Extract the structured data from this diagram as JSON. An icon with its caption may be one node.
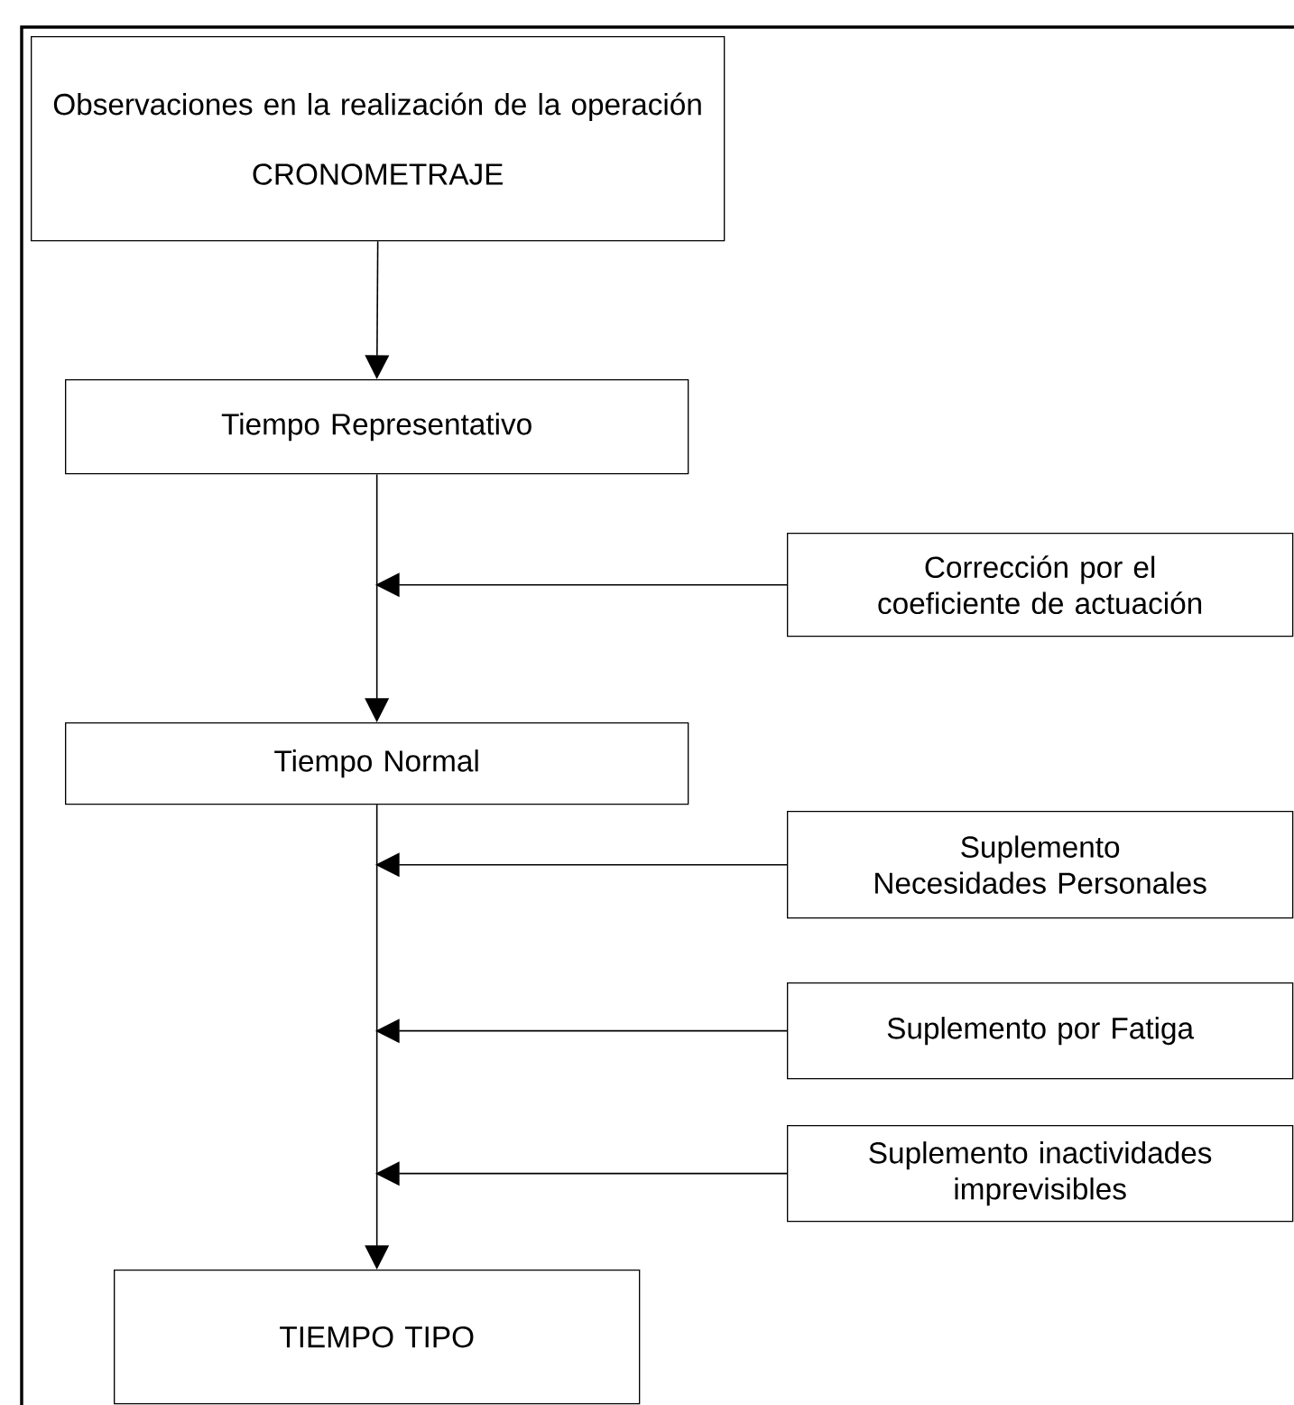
{
  "diagram": {
    "nodes": [
      {
        "text": [
          "Observaciones en la realización de la operación",
          "CRONOMETRAJE"
        ]
      },
      {
        "text": [
          "Tiempo Representativo"
        ]
      },
      {
        "text": [
          "Corrección por el coeficiente de actuación"
        ]
      },
      {
        "text": [
          "Tiempo Normal"
        ]
      },
      {
        "text": [
          "Suplemento Necesidades Personales"
        ]
      },
      {
        "text": [
          "Suplemento por Fatiga"
        ]
      },
      {
        "text": [
          "Suplemento inactividades imprevisibles"
        ]
      },
      {
        "text": [
          "TIEMPO TIPO"
        ]
      }
    ],
    "edges": [
      {
        "from": 0,
        "to": 1,
        "arrow": "to"
      },
      {
        "from": 1,
        "to": 3,
        "arrow": "to"
      },
      {
        "from": 2,
        "to": null,
        "arrow": "to"
      },
      {
        "from": 3,
        "to": 7,
        "arrow": "to"
      },
      {
        "from": 4,
        "to": null,
        "arrow": "to"
      },
      {
        "from": 5,
        "to": null,
        "arrow": "to"
      },
      {
        "from": 6,
        "to": null,
        "arrow": "to"
      }
    ]
  }
}
